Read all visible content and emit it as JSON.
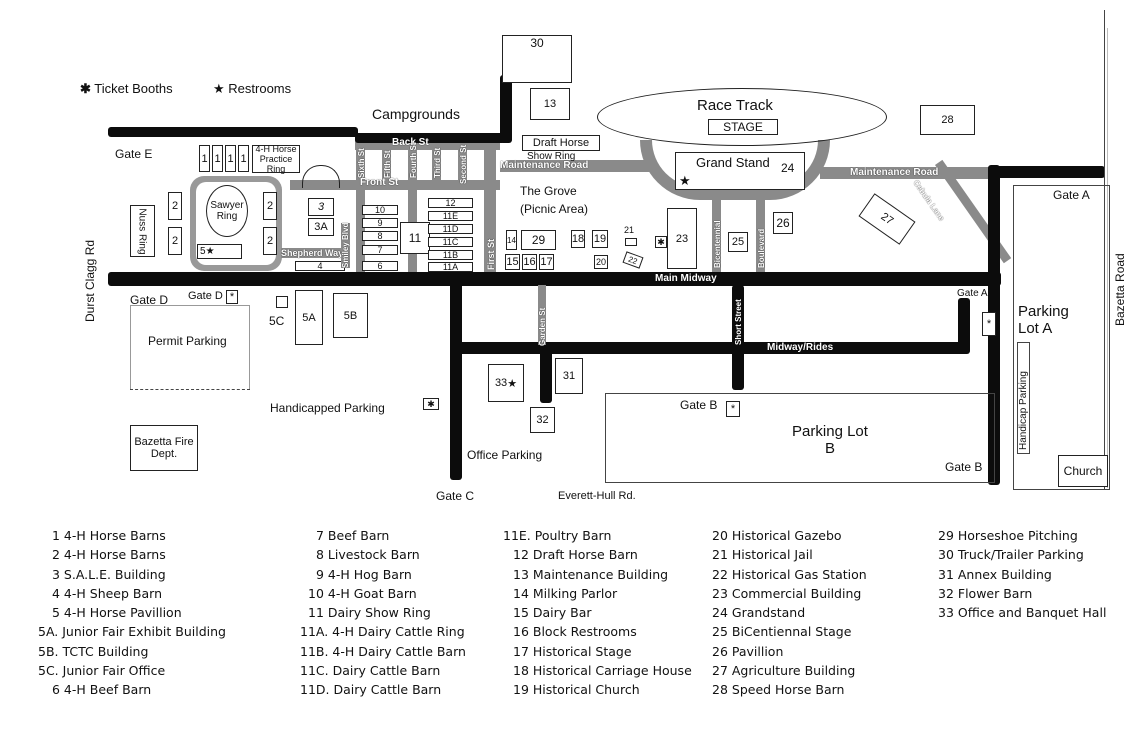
{
  "key": {
    "ticket_booths": "Ticket Booths",
    "restrooms": "Restrooms"
  },
  "labels": {
    "campgrounds": "Campgrounds",
    "race_track": "Race Track",
    "stage": "STAGE",
    "grand_stand": "Grand Stand",
    "draft_horse": "Draft Horse",
    "show_ring": "Show Ring",
    "maintenance_road_left": "Maintenance Road",
    "maintenance_road_right": "Maintenance Road",
    "grove": "The Grove",
    "picnic": "(Picnic Area)",
    "main_midway": "Main Midway",
    "midway_rides": "Midway/Rides",
    "back_st": "Back St",
    "front_st": "Front St",
    "sixth_st": "Sixth St",
    "fifth_st": "Fifth St",
    "fourth_st": "Fourth St",
    "third_st": "Third St",
    "second_st": "Second St",
    "first_st": "First St",
    "shepherd_way": "Shepherd Way",
    "smiley_blvd": "Smiley Blvd",
    "bicentennial": "Bicentennial",
    "boulevard": "Boulevard",
    "cebula_lane": "Cebula Lane",
    "garden_st": "Garden St",
    "short_street": "Short Street",
    "gate_e": "Gate E",
    "gate_d": "Gate D",
    "gate_d_booth": "Gate D",
    "gate_a": "Gate A",
    "gate_a_booth": "Gate A",
    "gate_b": "Gate B",
    "gate_b_booth": "Gate B",
    "gate_c": "Gate C",
    "permit_parking": "Permit Parking",
    "handicapped_parking": "Handicapped Parking",
    "office_parking": "Office Parking",
    "bazetta_fire": "Bazetta Fire Dept.",
    "parking_lot_a": "Parking Lot A",
    "parking_lot_b": "Parking Lot B",
    "handicap_parking": "Handicap Parking",
    "church": "Church",
    "durst_clagg": "Durst Clagg Rd",
    "bazetta_road": "Bazetta Road",
    "everett_hull": "Everett-Hull Rd.",
    "practice_ring": "4-H Horse Practice Ring",
    "sawyer_ring": "Sawyer Ring",
    "nuss_ring": "Nuss Ring"
  },
  "buildings": {
    "b1": "1",
    "b2": "2",
    "b3": "3",
    "b3a": "3A",
    "b4": "4",
    "b5": "5",
    "b5a": "5A",
    "b5b": "5B",
    "b5c": "5C",
    "b6": "6",
    "b7": "7",
    "b8": "8",
    "b9": "9",
    "b10": "10",
    "b11": "11",
    "b11a": "11A",
    "b11b": "11B",
    "b11c": "11C",
    "b11d": "11D",
    "b11e": "11E",
    "b12": "12",
    "b13": "13",
    "b14": "14",
    "b15": "15",
    "b16": "16",
    "b17": "17",
    "b18": "18",
    "b19": "19",
    "b20": "20",
    "b21": "21",
    "b22": "22",
    "b23": "23",
    "b24": "24",
    "b25": "25",
    "b26": "26",
    "b27": "27",
    "b28": "28",
    "b29": "29",
    "b30": "30",
    "b31": "31",
    "b32": "32",
    "b33": "33"
  },
  "legend": [
    [
      "1 4-H Horse Barns",
      "2 4-H Horse Barns",
      "3 S.A.L.E. Building",
      "4 4-H Sheep Barn",
      "5 4-H Horse Pavillion",
      "5A. Junior Fair Exhibit Building",
      "5B. TCTC Building",
      "5C. Junior Fair Office",
      "6 4-H Beef Barn"
    ],
    [
      "7 Beef Barn",
      "8 Livestock Barn",
      "9 4-H Hog Barn",
      "10 4-H Goat Barn",
      "11 Dairy Show Ring",
      "11A. 4-H Dairy Cattle Ring",
      "11B. 4-H Dairy Cattle Barn",
      "11C. Dairy Cattle Barn",
      "11D. Dairy Cattle Barn"
    ],
    [
      "11E. Poultry Barn",
      "12 Draft Horse Barn",
      "13 Maintenance Building",
      "14 Milking Parlor",
      "15 Dairy Bar",
      "16 Block Restrooms",
      "17 Historical Stage",
      "18 Historical Carriage House",
      "19 Historical Church"
    ],
    [
      "20 Historical Gazebo",
      "21 Historical Jail",
      "22 Historical Gas Station",
      "23 Commercial Building",
      "24 Grandstand",
      "25 BiCentiennal Stage",
      "26 Pavillion",
      "27 Agriculture Building",
      "28 Speed Horse Barn"
    ],
    [
      "29 Horseshoe Pitching",
      "30 Truck/Trailer Parking",
      "31 Annex Building",
      "32 Flower Barn",
      "33 Office and Banquet Hall"
    ]
  ],
  "colors": {
    "road": "#0c0c0c",
    "lane": "#8a8a8a"
  }
}
